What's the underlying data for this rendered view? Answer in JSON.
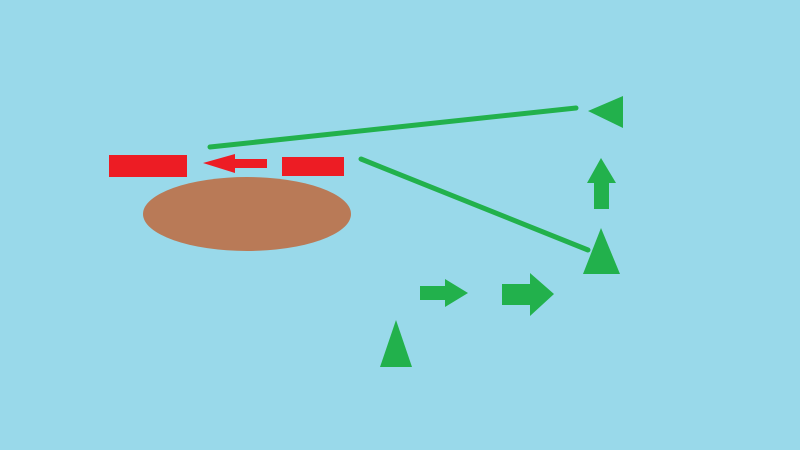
{
  "colors": {
    "background": "#99d9ea",
    "red": "#ed1c24",
    "green": "#22b14c",
    "brown": "#b97a57"
  },
  "shapes": [
    {
      "name": "red-bar-left",
      "kind": "rectangle",
      "color": "red"
    },
    {
      "name": "red-arrow-left-icon",
      "kind": "arrow",
      "direction": "left",
      "color": "red"
    },
    {
      "name": "red-bar-right",
      "kind": "rectangle",
      "color": "red"
    },
    {
      "name": "brown-ellipse",
      "kind": "ellipse",
      "color": "brown"
    },
    {
      "name": "green-line-upper",
      "kind": "line",
      "color": "green"
    },
    {
      "name": "green-line-lower",
      "kind": "line",
      "color": "green"
    },
    {
      "name": "green-triangle-left",
      "kind": "triangle",
      "direction": "left",
      "color": "green"
    },
    {
      "name": "green-arrow-up-icon",
      "kind": "arrow",
      "direction": "up",
      "color": "green"
    },
    {
      "name": "green-triangle-up-right",
      "kind": "triangle",
      "direction": "up",
      "color": "green"
    },
    {
      "name": "green-arrow-right-small-icon",
      "kind": "arrow",
      "direction": "right",
      "color": "green"
    },
    {
      "name": "green-arrow-right-large-icon",
      "kind": "arrow",
      "direction": "right",
      "color": "green"
    },
    {
      "name": "green-triangle-up-bottom",
      "kind": "triangle",
      "direction": "up",
      "color": "green"
    }
  ]
}
